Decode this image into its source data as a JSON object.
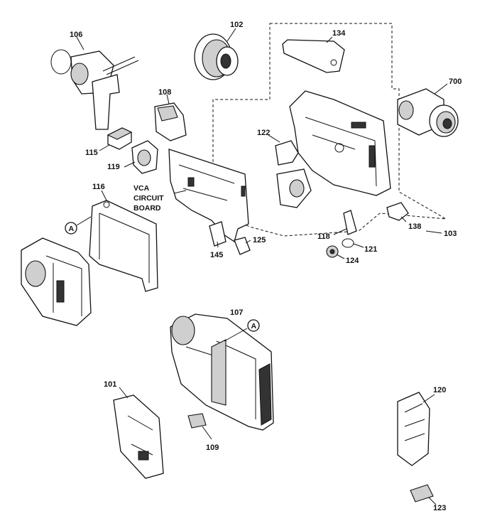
{
  "callouts": {
    "p106": "106",
    "p102": "102",
    "p134": "134",
    "p700": "700",
    "p108": "108",
    "p122": "122",
    "p115": "115",
    "p119": "119",
    "p116": "116",
    "vca_line1": "VCA",
    "vca_line2": "CIRCUIT",
    "vca_line3": "BOARD",
    "p138": "138",
    "p103": "103",
    "p118": "118",
    "p121": "121",
    "p124": "124",
    "p125": "125",
    "p145": "145",
    "p107": "107",
    "p101": "101",
    "p109": "109",
    "p120": "120",
    "p123": "123",
    "ref_a": "A"
  },
  "colors": {
    "ink": "#111111",
    "shade": "#cfcfcf",
    "background": "#ffffff"
  }
}
